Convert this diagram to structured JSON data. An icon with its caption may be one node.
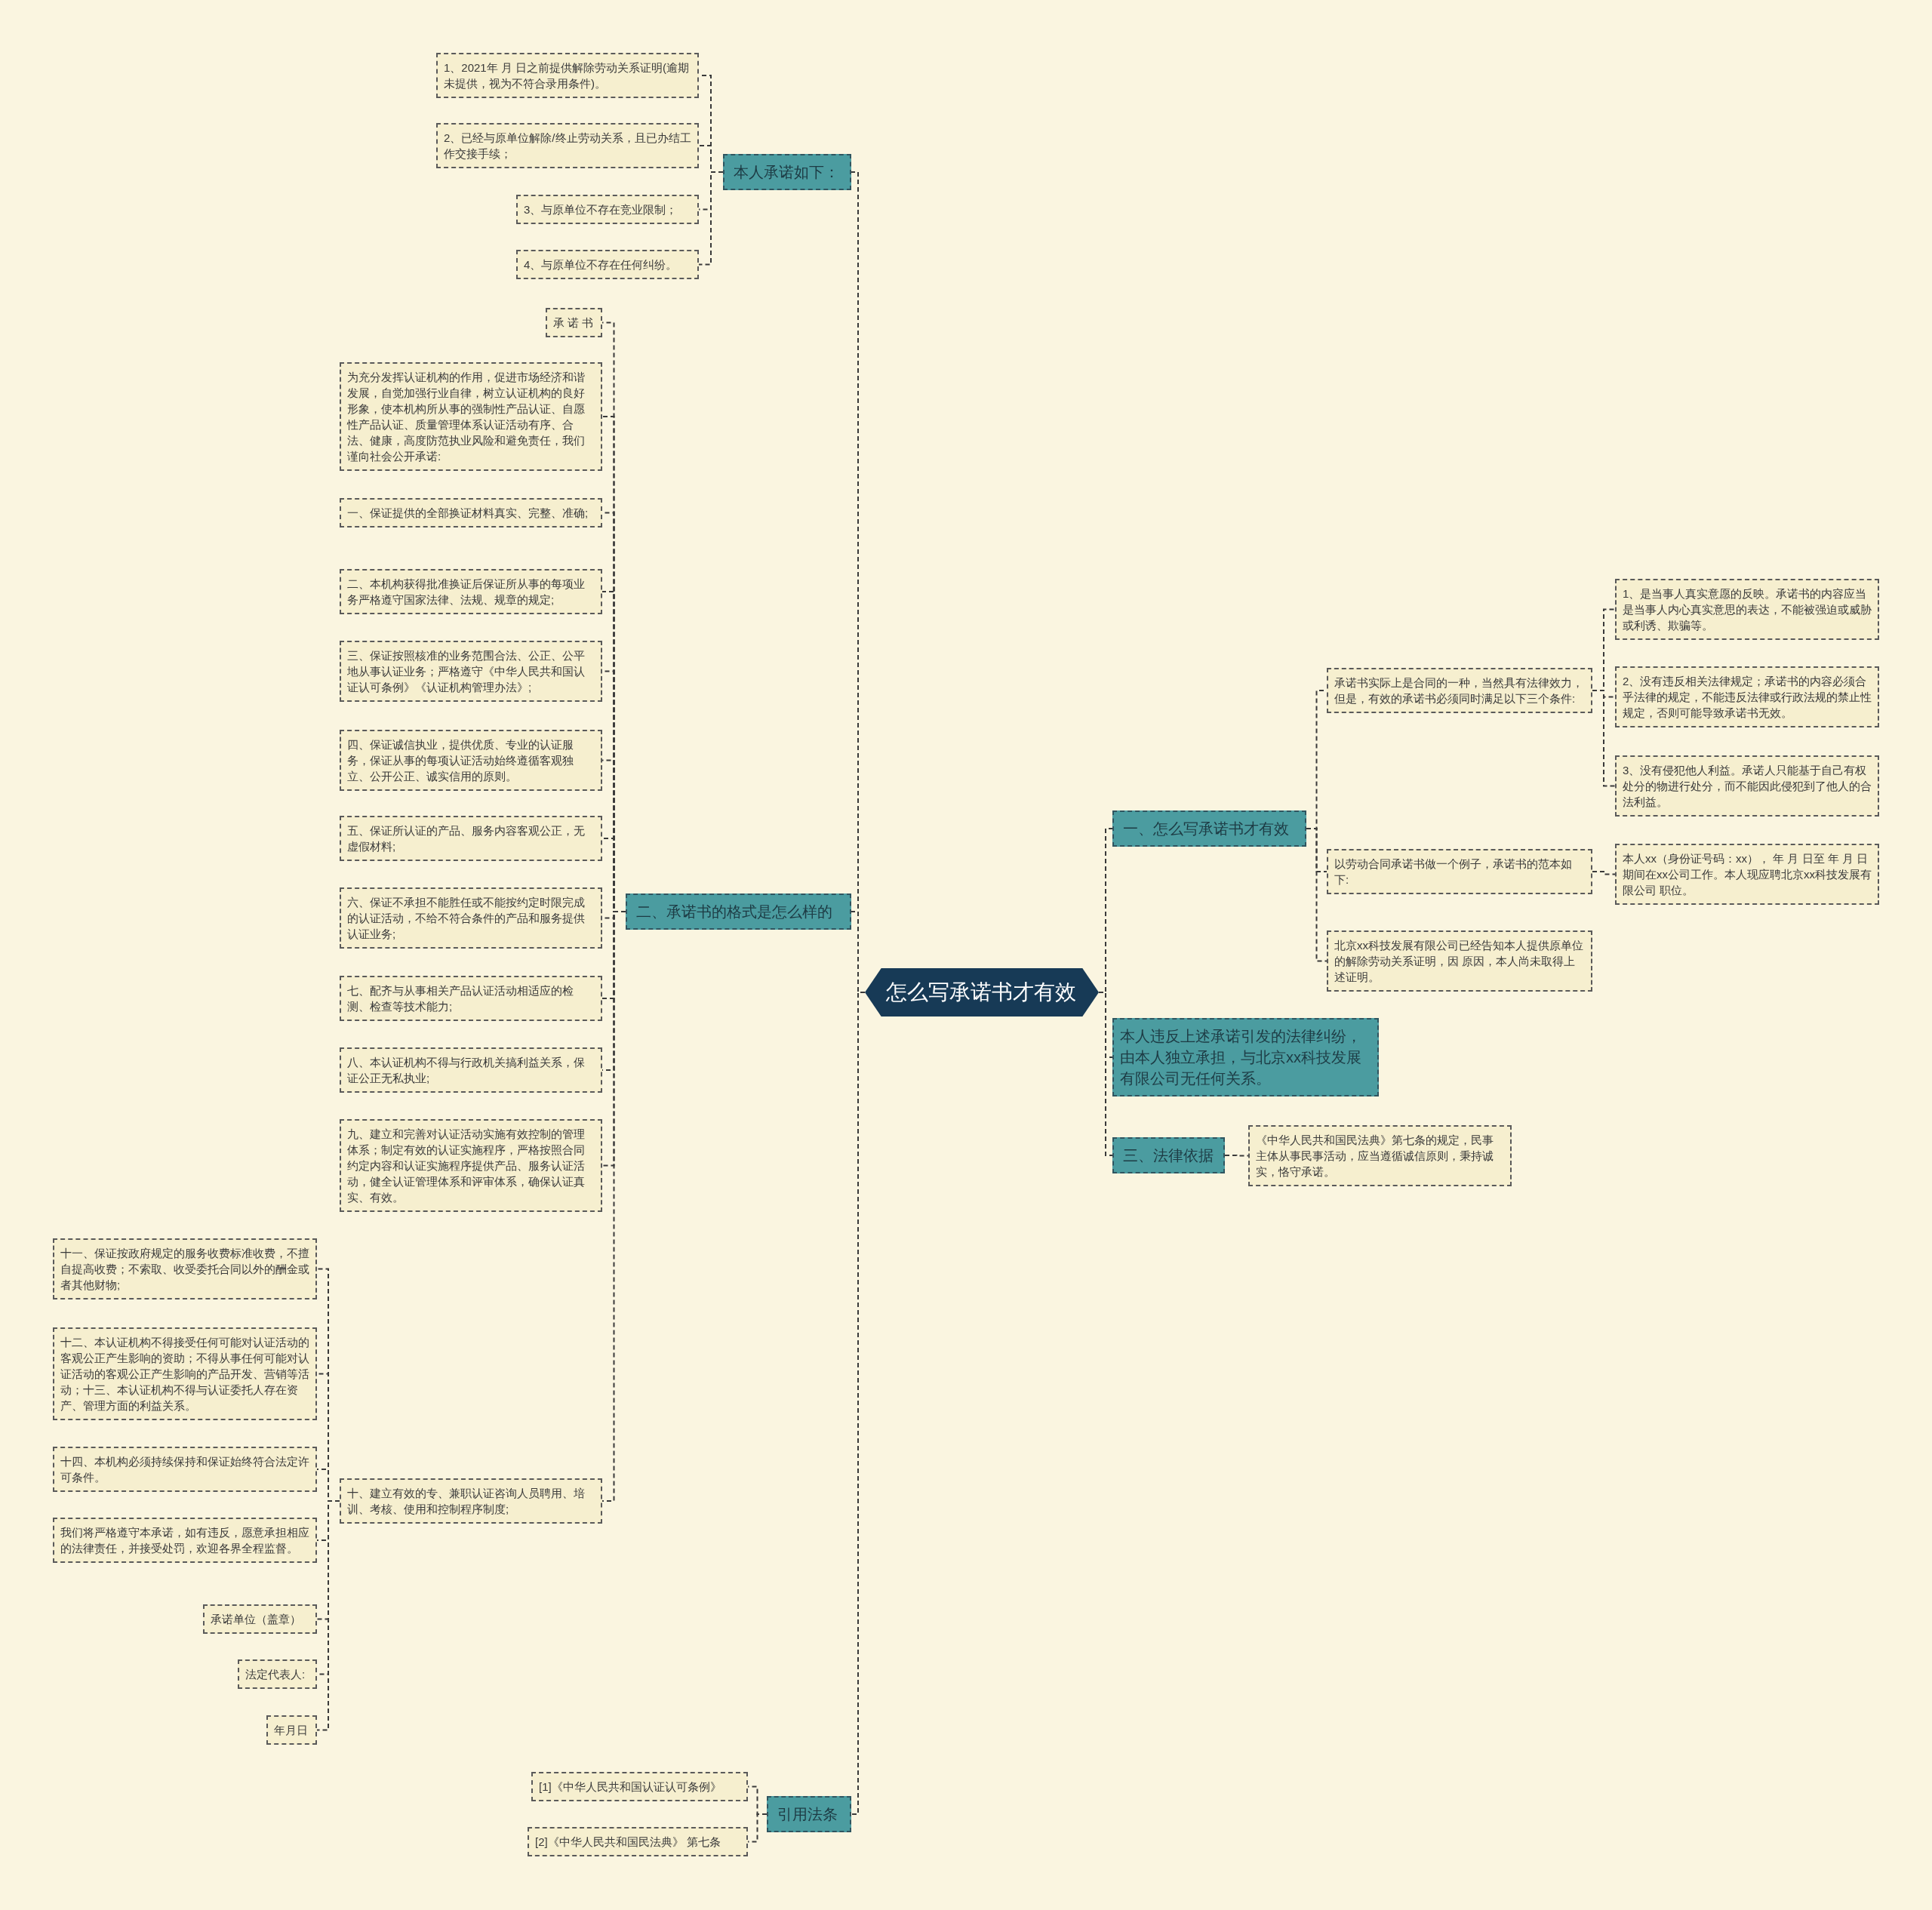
{
  "diagram": {
    "nodes": [
      {
        "text": [
          "怎么写承诺书才有效"
        ]
      },
      {
        "text": [
          "本人承诺如下："
        ]
      },
      {
        "text": [
          "1、2021年 月 日之前提供解除劳动关系证明(逾期未提供，视为不符合录用条件)。"
        ]
      },
      {
        "text": [
          "2、已经与原单位解除/终止劳动关系，且已办结工作交接手续；"
        ]
      },
      {
        "text": [
          "3、与原单位不存在竞业限制；"
        ]
      },
      {
        "text": [
          "4、与原单位不存在任何纠纷。"
        ]
      },
      {
        "text": [
          "二、承诺书的格式是怎么样的"
        ]
      },
      {
        "text": [
          "承 诺 书"
        ]
      },
      {
        "text": [
          "为充分发挥认证机构的作用，促进市场经济和谐发展，自觉加强行业自律，树立认证机构的良好形象，使本机构所从事的强制性产品认证、自愿性产品认证、质量管理体系认证活动有序、合法、健康，高度防范执业风险和避免责任，我们谨向社会公开承诺:"
        ]
      },
      {
        "text": [
          "一、保证提供的全部换证材料真实、完整、准确;"
        ]
      },
      {
        "text": [
          "二、本机构获得批准换证后保证所从事的每项业务严格遵守国家法律、法规、规章的规定;"
        ]
      },
      {
        "text": [
          "三、保证按照核准的业务范围合法、公正、公平地从事认证业务；严格遵守《中华人民共和国认证认可条例》《认证机构管理办法》;"
        ]
      },
      {
        "text": [
          "四、保证诚信执业，提供优质、专业的认证服务，保证从事的每项认证活动始终遵循客观独立、公开公正、诚实信用的原则。"
        ]
      },
      {
        "text": [
          "五、保证所认证的产品、服务内容客观公正，无虚假材料;"
        ]
      },
      {
        "text": [
          "六、保证不承担不能胜任或不能按约定时限完成的认证活动，不给不符合条件的产品和服务提供认证业务;"
        ]
      },
      {
        "text": [
          "七、配齐与从事相关产品认证活动相适应的检测、检查等技术能力;"
        ]
      },
      {
        "text": [
          "八、本认证机构不得与行政机关搞利益关系，保证公正无私执业;"
        ]
      },
      {
        "text": [
          "九、建立和完善对认证活动实施有效控制的管理体系；制定有效的认证实施程序，严格按照合同约定内容和认证实施程序提供产品、服务认证活动，健全认证管理体系和评审体系，确保认证真实、有效。"
        ]
      },
      {
        "text": [
          "十、建立有效的专、兼职认证咨询人员聘用、培训、考核、使用和控制程序制度;"
        ]
      },
      {
        "text": [
          "十一、保证按政府规定的服务收费标准收费，不擅自提高收费；不索取、收受委托合同以外的酬金或者其他财物;"
        ]
      },
      {
        "text": [
          "十二、本认证机构不得接受任何可能对认证活动的客观公正产生影响的资助；不得从事任何可能对认证活动的客观公正产生影响的产品开发、营销等活动；十三、本认证机构不得与认证委托人存在资产、管理方面的利益关系。"
        ]
      },
      {
        "text": [
          "十四、本机构必须持续保持和保证始终符合法定许可条件。"
        ]
      },
      {
        "text": [
          "我们将严格遵守本承诺，如有违反，愿意承担相应的法律责任，并接受处罚，欢迎各界全程监督。"
        ]
      },
      {
        "text": [
          "承诺单位（盖章）"
        ]
      },
      {
        "text": [
          "法定代表人:"
        ]
      },
      {
        "text": [
          "年月日"
        ]
      },
      {
        "text": [
          "引用法条"
        ]
      },
      {
        "text": [
          "[1]《中华人民共和国认证认可条例》"
        ]
      },
      {
        "text": [
          "[2]《中华人民共和国民法典》 第七条"
        ]
      },
      {
        "text": [
          "一、怎么写承诺书才有效"
        ]
      },
      {
        "text": [
          "承诺书实际上是合同的一种，当然具有法律效力，但是，有效的承诺书必须同时满足以下三个条件:"
        ]
      },
      {
        "text": [
          "1、是当事人真实意愿的反映。承诺书的内容应当是当事人内心真实意思的表达，不能被强迫或威胁或利诱、欺骗等。"
        ]
      },
      {
        "text": [
          "2、没有违反相关法律规定；承诺书的内容必须合乎法律的规定，不能违反法律或行政法规的禁止性规定，否则可能导致承诺书无效。"
        ]
      },
      {
        "text": [
          "3、没有侵犯他人利益。承诺人只能基于自己有权处分的物进行处分，而不能因此侵犯到了他人的合法利益。"
        ]
      },
      {
        "text": [
          "以劳动合同承诺书做一个例子，承诺书的范本如下:"
        ]
      },
      {
        "text": [
          "本人xx（身份证号码：xx），  年 月 日至 年 月 日期间在xx公司工作。本人现应聘北京xx科技发展有限公司 职位。"
        ]
      },
      {
        "text": [
          "北京xx科技发展有限公司已经告知本人提供原单位的解除劳动关系证明，因 原因，本人尚未取得上述证明。"
        ]
      },
      {
        "text": [
          "本人违反上述承诺引发的法律纠纷，由本人独立承担，与北京xx科技发展有限公司无任何关系。"
        ]
      },
      {
        "text": [
          "三、法律依据"
        ]
      },
      {
        "text": [
          "《中华人民共和国民法典》第七条的规定，民事主体从事民事活动，应当遵循诚信原则，秉持诚实，恪守承诺。"
        ]
      }
    ],
    "edges": [
      {
        "from": 0,
        "to": 1,
        "arrow": "none"
      },
      {
        "from": 1,
        "to": 2,
        "arrow": "none"
      },
      {
        "from": 1,
        "to": 3,
        "arrow": "none"
      },
      {
        "from": 1,
        "to": 4,
        "arrow": "none"
      },
      {
        "from": 1,
        "to": 5,
        "arrow": "none"
      },
      {
        "from": 0,
        "to": 6,
        "arrow": "none"
      },
      {
        "from": 6,
        "to": 7,
        "arrow": "none"
      },
      {
        "from": 6,
        "to": 8,
        "arrow": "none"
      },
      {
        "from": 6,
        "to": 9,
        "arrow": "none"
      },
      {
        "from": 6,
        "to": 10,
        "arrow": "none"
      },
      {
        "from": 6,
        "to": 11,
        "arrow": "none"
      },
      {
        "from": 6,
        "to": 12,
        "arrow": "none"
      },
      {
        "from": 6,
        "to": 13,
        "arrow": "none"
      },
      {
        "from": 6,
        "to": 14,
        "arrow": "none"
      },
      {
        "from": 6,
        "to": 15,
        "arrow": "none"
      },
      {
        "from": 6,
        "to": 16,
        "arrow": "none"
      },
      {
        "from": 6,
        "to": 17,
        "arrow": "none"
      },
      {
        "from": 6,
        "to": 18,
        "arrow": "none"
      },
      {
        "from": 18,
        "to": 19,
        "arrow": "none"
      },
      {
        "from": 18,
        "to": 20,
        "arrow": "none"
      },
      {
        "from": 18,
        "to": 21,
        "arrow": "none"
      },
      {
        "from": 18,
        "to": 22,
        "arrow": "none"
      },
      {
        "from": 18,
        "to": 23,
        "arrow": "none"
      },
      {
        "from": 18,
        "to": 24,
        "arrow": "none"
      },
      {
        "from": 18,
        "to": 25,
        "arrow": "none"
      },
      {
        "from": 0,
        "to": 26,
        "arrow": "none"
      },
      {
        "from": 26,
        "to": 27,
        "arrow": "none"
      },
      {
        "from": 26,
        "to": 28,
        "arrow": "none"
      },
      {
        "from": 0,
        "to": 29,
        "arrow": "none"
      },
      {
        "from": 29,
        "to": 30,
        "arrow": "none"
      },
      {
        "from": 30,
        "to": 31,
        "arrow": "none"
      },
      {
        "from": 30,
        "to": 32,
        "arrow": "none"
      },
      {
        "from": 30,
        "to": 33,
        "arrow": "none"
      },
      {
        "from": 29,
        "to": 34,
        "arrow": "none"
      },
      {
        "from": 34,
        "to": 35,
        "arrow": "none"
      },
      {
        "from": 29,
        "to": 36,
        "arrow": "none"
      },
      {
        "from": 0,
        "to": 37,
        "arrow": "none"
      },
      {
        "from": 0,
        "to": 38,
        "arrow": "none"
      },
      {
        "from": 38,
        "to": 39,
        "arrow": "none"
      }
    ]
  }
}
